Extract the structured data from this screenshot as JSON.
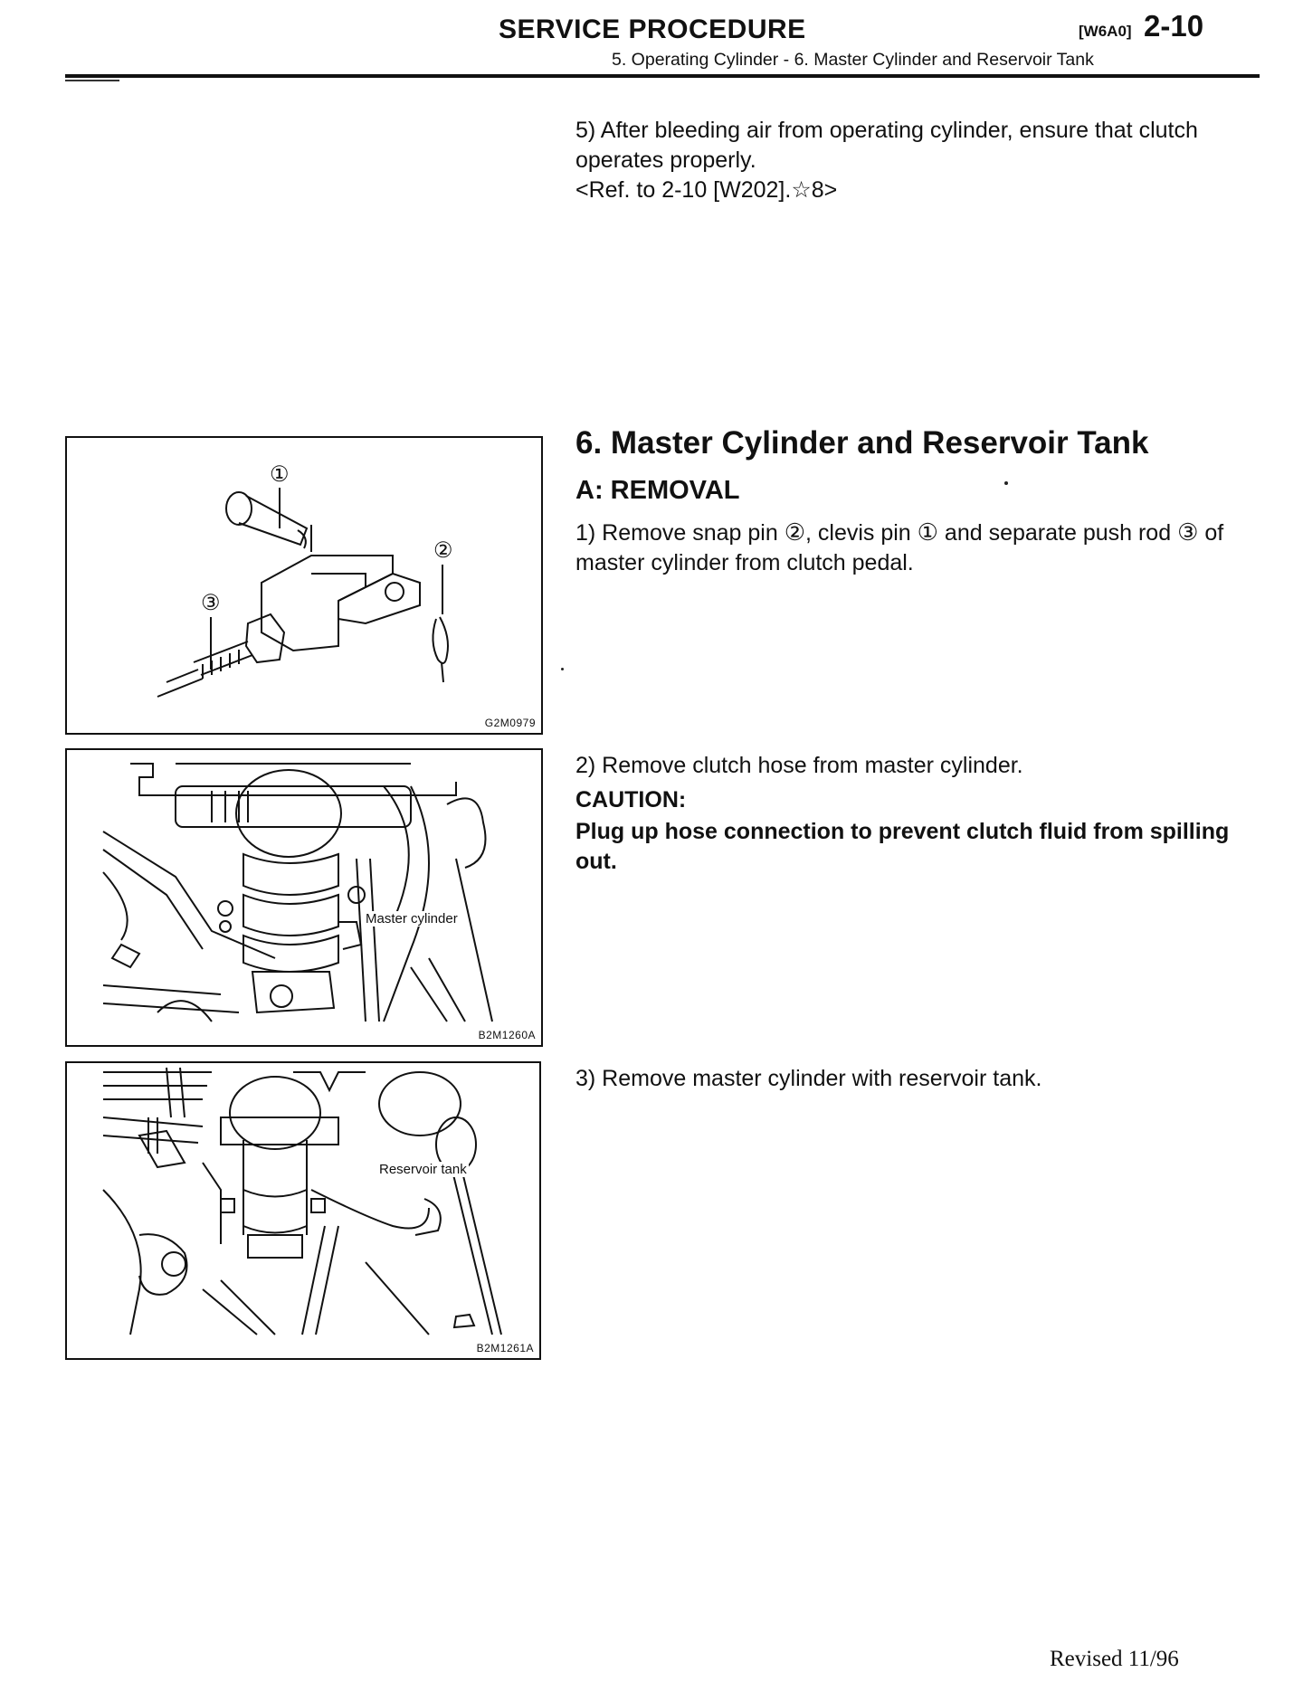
{
  "header": {
    "title": "SERVICE PROCEDURE",
    "code": "[W6A0]",
    "page": "2-10",
    "subtitle": "5. Operating Cylinder - 6. Master Cylinder and Reservoir Tank"
  },
  "step5": {
    "text": "5) After bleeding air from operating cylinder, ensure that clutch operates properly.",
    "ref": "<Ref. to 2-10 [W202].☆8>"
  },
  "section": {
    "title": "6. Master Cylinder and Reservoir Tank",
    "subtitle": "A: REMOVAL"
  },
  "step1": {
    "a": "1) Remove snap pin ",
    "n2": "②",
    "b": ", clevis pin ",
    "n1": "①",
    "c": " and separate push rod ",
    "n3": "③",
    "d": " of master cylinder from clutch pedal."
  },
  "step2": {
    "text": "2) Remove clutch hose from master cylinder.",
    "caution_label": "CAUTION:",
    "caution_text": "Plug up hose connection to prevent clutch fluid from spilling out."
  },
  "step3": {
    "text": "3) Remove master cylinder with reservoir tank."
  },
  "figures": {
    "fig1": {
      "code": "G2M0979",
      "c1": "①",
      "c2": "②",
      "c3": "③"
    },
    "fig2": {
      "code": "B2M1260A",
      "label": "Master cylinder"
    },
    "fig3": {
      "code": "B2M1261A",
      "label": "Reservoir tank"
    }
  },
  "footer": {
    "revised": "Revised 11/96"
  }
}
